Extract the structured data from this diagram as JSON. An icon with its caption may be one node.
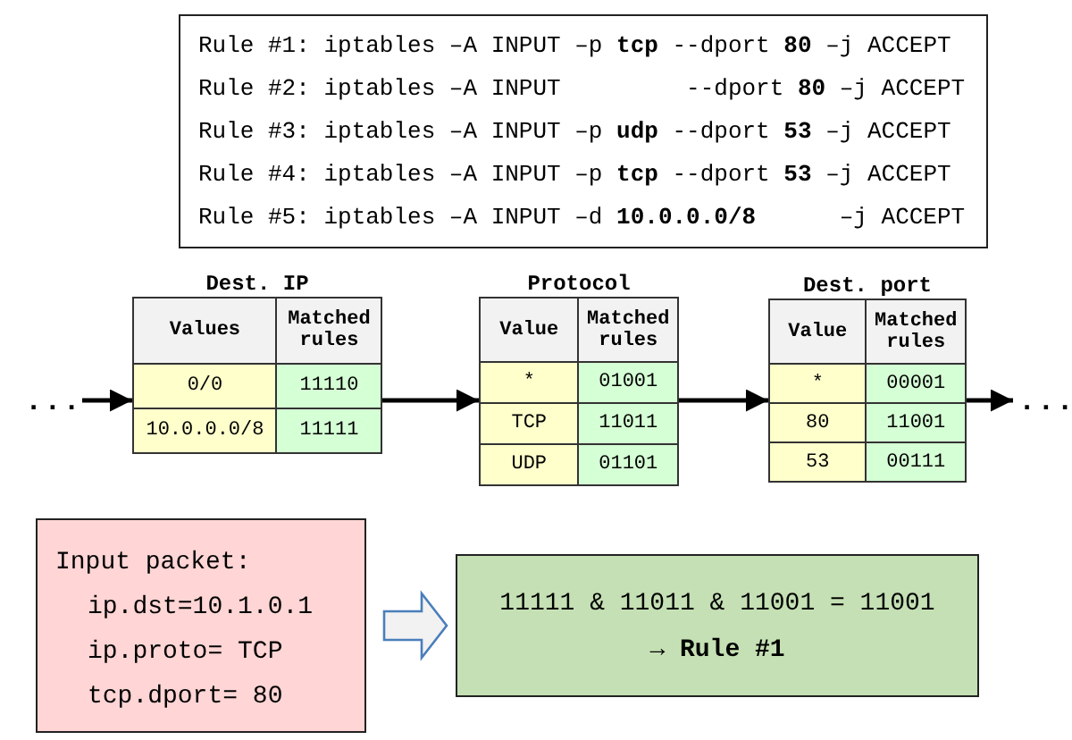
{
  "diagram": {
    "nodes": [
      {
        "text": [
          "Rule #1: iptables –A INPUT –p **tcp** --dport **80** –j ACCEPT",
          "Rule #2: iptables –A INPUT         --dport **80** –j ACCEPT",
          "Rule #3: iptables –A INPUT –p **udp** --dport **53** –j ACCEPT",
          "Rule #4: iptables –A INPUT –p **tcp** --dport **53** –j ACCEPT",
          "Rule #5: iptables –A INPUT –d **10.0.0.0/8**      –j ACCEPT"
        ]
      },
      {
        "text": [
          "..."
        ]
      },
      {
        "text": [
          "Dest. IP",
          "Values",
          "Matched rules",
          "0/0",
          "11110",
          "10.0.0.0/8",
          "11111"
        ]
      },
      {
        "text": [
          "Protocol",
          "Value",
          "Matched rules",
          "*",
          "01001",
          "TCP",
          "11011",
          "UDP",
          "01101"
        ]
      },
      {
        "text": [
          "Dest. port",
          "Value",
          "Matched rules",
          "*",
          "00001",
          "80",
          "11001",
          "53",
          "00111"
        ]
      },
      {
        "text": [
          "..."
        ]
      },
      {
        "text": [
          "Input packet:",
          "ip.dst=10.1.0.1",
          "ip.proto= TCP",
          "tcp.dport= 80"
        ]
      },
      {
        "text": [
          "11111 & 11011 & 11001 = 11001",
          "→ **Rule #1**"
        ]
      }
    ],
    "edges": [
      {
        "from": 1,
        "to": 2,
        "arrow": "to"
      },
      {
        "from": 2,
        "to": 3,
        "arrow": "to"
      },
      {
        "from": 3,
        "to": 4,
        "arrow": "to"
      },
      {
        "from": 4,
        "to": 5,
        "arrow": "to"
      },
      {
        "from": 6,
        "to": 7,
        "arrow": "to",
        "style": "thick",
        "color": "#4a7ebb"
      }
    ]
  }
}
